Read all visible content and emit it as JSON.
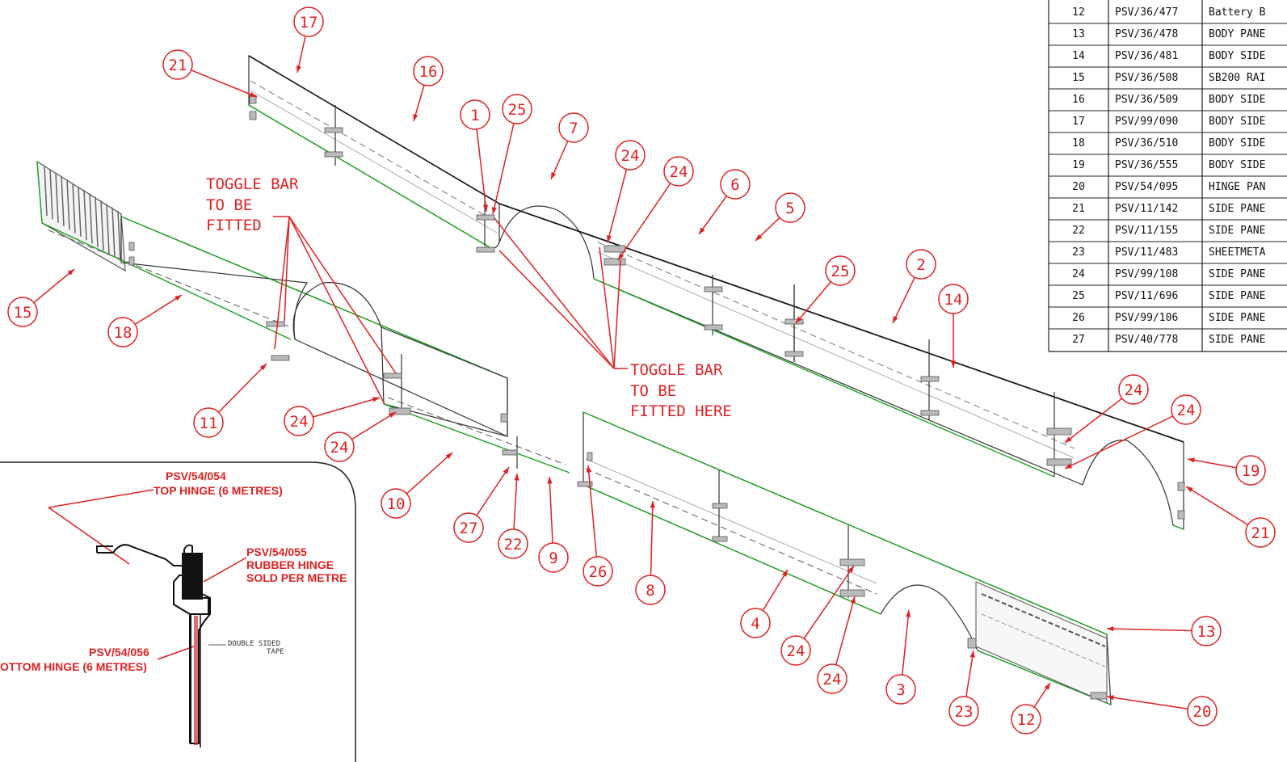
{
  "colors": {
    "leader": "#e02020",
    "panel_top_edge": "#1a1a1a",
    "panel_bottom_edge": "#1aa31a",
    "panel_line": "#555555",
    "hardware": "#666666"
  },
  "parts_table": {
    "rows": [
      {
        "item": "12",
        "part": "PSV/36/477",
        "desc": "Battery B"
      },
      {
        "item": "13",
        "part": "PSV/36/478",
        "desc": "BODY PANE"
      },
      {
        "item": "14",
        "part": "PSV/36/481",
        "desc": "BODY SIDE"
      },
      {
        "item": "15",
        "part": "PSV/36/508",
        "desc": "SB200 RAI"
      },
      {
        "item": "16",
        "part": "PSV/36/509",
        "desc": "BODY SIDE"
      },
      {
        "item": "17",
        "part": "PSV/99/090",
        "desc": "BODY SIDE"
      },
      {
        "item": "18",
        "part": "PSV/36/510",
        "desc": "BODY SIDE"
      },
      {
        "item": "19",
        "part": "PSV/36/555",
        "desc": "BODY SIDE"
      },
      {
        "item": "20",
        "part": "PSV/54/095",
        "desc": "HINGE PAN"
      },
      {
        "item": "21",
        "part": "PSV/11/142",
        "desc": "SIDE PANE"
      },
      {
        "item": "22",
        "part": "PSV/11/155",
        "desc": "SIDE PANE"
      },
      {
        "item": "23",
        "part": "PSV/11/483",
        "desc": "SHEETMETA"
      },
      {
        "item": "24",
        "part": "PSV/99/108",
        "desc": "SIDE PANE"
      },
      {
        "item": "25",
        "part": "PSV/11/696",
        "desc": "SIDE PANE"
      },
      {
        "item": "26",
        "part": "PSV/99/106",
        "desc": "SIDE PANE"
      },
      {
        "item": "27",
        "part": "PSV/40/778",
        "desc": "SIDE PANE"
      }
    ]
  },
  "annotations": {
    "toggle_left": [
      "TOGGLE BAR",
      "TO BE",
      "FITTED"
    ],
    "toggle_center": [
      "TOGGLE BAR",
      "TO BE",
      "FITTED HERE"
    ]
  },
  "inset": {
    "top_hinge_code": "PSV/54/054",
    "top_hinge_desc": "TOP HINGE (6 METRES)",
    "rubber_hinge_code": "PSV/54/055",
    "rubber_hinge_desc1": "RUBBER HINGE",
    "rubber_hinge_desc2": "SOLD PER METRE",
    "bottom_hinge_code": "PSV/54/056",
    "bottom_hinge_desc": "OTTOM HINGE (6 METRES)",
    "tape_line1": "DOUBLE SIDED",
    "tape_line2": "TAPE"
  },
  "callouts": [
    {
      "label": "17"
    },
    {
      "label": "21"
    },
    {
      "label": "16"
    },
    {
      "label": "1"
    },
    {
      "label": "25"
    },
    {
      "label": "7"
    },
    {
      "label": "24"
    },
    {
      "label": "24"
    },
    {
      "label": "6"
    },
    {
      "label": "5"
    },
    {
      "label": "25"
    },
    {
      "label": "2"
    },
    {
      "label": "14"
    },
    {
      "label": "15"
    },
    {
      "label": "18"
    },
    {
      "label": "11"
    },
    {
      "label": "24"
    },
    {
      "label": "24"
    },
    {
      "label": "10"
    },
    {
      "label": "27"
    },
    {
      "label": "22"
    },
    {
      "label": "9"
    },
    {
      "label": "26"
    },
    {
      "label": "8"
    },
    {
      "label": "4"
    },
    {
      "label": "24"
    },
    {
      "label": "24"
    },
    {
      "label": "3"
    },
    {
      "label": "23"
    },
    {
      "label": "12"
    },
    {
      "label": "13"
    },
    {
      "label": "20"
    },
    {
      "label": "24"
    },
    {
      "label": "24"
    },
    {
      "label": "19"
    },
    {
      "label": "21"
    }
  ]
}
